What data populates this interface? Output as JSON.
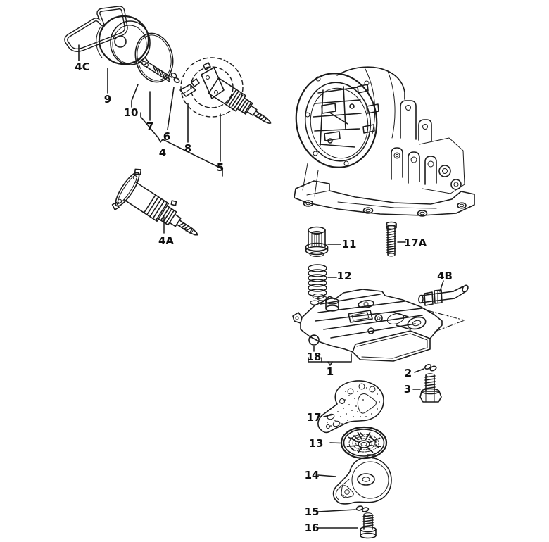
{
  "diagram": {
    "kind": "exploded-parts-diagram",
    "background": "#ffffff",
    "line_color": "#1b1b1b"
  },
  "callouts": {
    "c4c": "4C",
    "c9": "9",
    "c10": "10",
    "c7": "7",
    "c6": "6",
    "c4": "4",
    "c8": "8",
    "c5": "5",
    "c4a": "4A",
    "c11": "11",
    "c17a": "17A",
    "c12": "12",
    "c4b": "4B",
    "c18": "18",
    "c1": "1",
    "c2": "2",
    "c3": "3",
    "c17": "17",
    "c13": "13",
    "c14": "14",
    "c15": "15",
    "c16": "16"
  },
  "highlights": {
    "yellow_marker": {
      "part": "17",
      "shape": "rectangle",
      "color": "#f7ee35"
    },
    "amber_marker": {
      "part": "13",
      "shape": "circle",
      "color": "#d9a42c"
    }
  }
}
